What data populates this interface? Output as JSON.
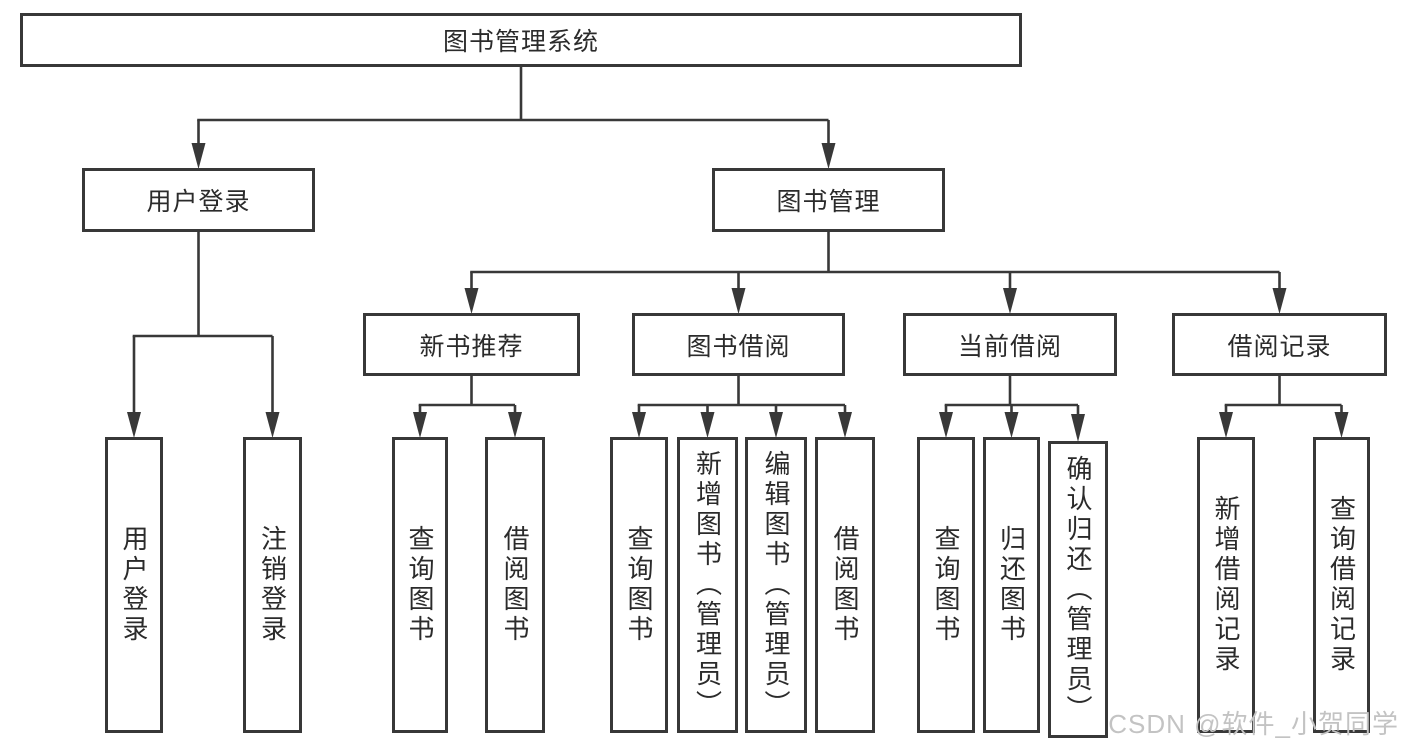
{
  "colors": {
    "line": "#383838",
    "boxborder": "#383838",
    "text": "#2b2b2b",
    "watermark": "#c3c3c3",
    "background": "#ffffff"
  },
  "watermark": {
    "text": "CSDN @软件_小贺同学"
  },
  "tree": {
    "root": {
      "label": "图书管理系统"
    },
    "branches": [
      {
        "label": "用户登录",
        "children": [
          {
            "label": "用户登录"
          },
          {
            "label": "注销登录"
          }
        ]
      },
      {
        "label": "图书管理",
        "children": [
          {
            "label": "新书推荐",
            "children": [
              {
                "label": "查询图书"
              },
              {
                "label": "借阅图书"
              }
            ]
          },
          {
            "label": "图书借阅",
            "children": [
              {
                "label": "查询图书"
              },
              {
                "label": "新增图书（管理员）"
              },
              {
                "label": "编辑图书（管理员）"
              },
              {
                "label": "借阅图书"
              }
            ]
          },
          {
            "label": "当前借阅",
            "children": [
              {
                "label": "查询图书"
              },
              {
                "label": "归还图书"
              },
              {
                "label": "确认归还（管理员）"
              }
            ]
          },
          {
            "label": "借阅记录",
            "children": [
              {
                "label": "新增借阅记录"
              },
              {
                "label": "查询借阅记录"
              }
            ]
          }
        ]
      }
    ]
  }
}
